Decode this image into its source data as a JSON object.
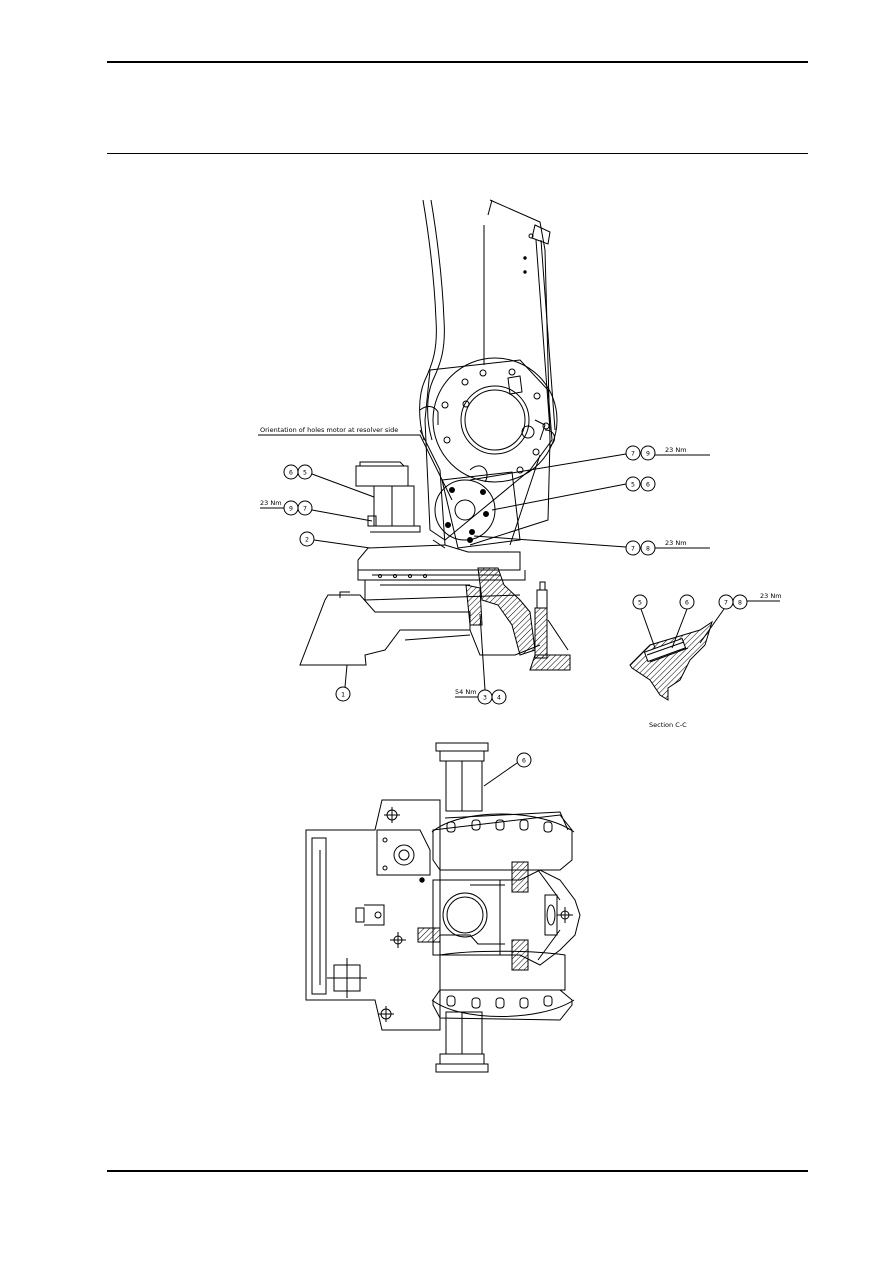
{
  "page": {
    "orientation_note": "Orientation of holes motor at resolver side",
    "section_label": "Section C-C"
  },
  "torques": {
    "t1": "23 Nm",
    "t2": "23 Nm",
    "t3": "23 Nm",
    "t4": "54 Nm",
    "t5": "23 Nm"
  },
  "callouts": {
    "c1": "1",
    "c2": "2",
    "c3": "3",
    "c4": "4",
    "c5a": "6",
    "c5b": "5",
    "c6a": "9",
    "c6b": "7",
    "c7a": "7",
    "c7b": "9",
    "c8a": "5",
    "c8b": "6",
    "c9a": "7",
    "c9b": "8",
    "s1": "5",
    "s2": "6",
    "s3a": "7",
    "s3b": "8",
    "b1": "6"
  },
  "colors": {
    "line": "#000000",
    "hatch": "#000000",
    "background": "#ffffff"
  }
}
